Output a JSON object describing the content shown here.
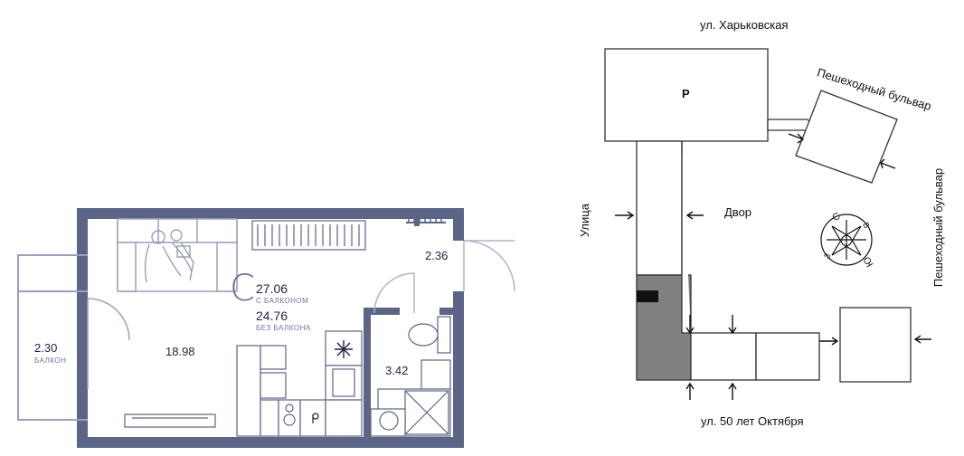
{
  "apartment": {
    "class_letter": "С",
    "area_with_balcony": "27.06",
    "with_balcony_label": "С БАЛКОНОМ",
    "area_without_balcony": "24.76",
    "without_balcony_label": "БЕЗ БАЛКОНА",
    "room_main": "18.98",
    "room_hall": "2.36",
    "room_bath": "3.42",
    "balcony_area": "2.30",
    "balcony_label": "БАЛКОН"
  },
  "site_plan": {
    "street_top": "ул. Харьковская",
    "street_bottom": "ул. 50 лет Октября",
    "boulevard_1": "Пешеходный бульвар",
    "boulevard_2": "Пешеходный бульвар",
    "street_left": "Улица",
    "courtyard": "Двор",
    "parking": "P",
    "compass": {
      "n": "С",
      "e": "В",
      "s": "Ю",
      "w": "З"
    }
  },
  "colors": {
    "wall": "#5c6586",
    "highlight_building": "#808080",
    "text_accent": "#6a7094"
  }
}
